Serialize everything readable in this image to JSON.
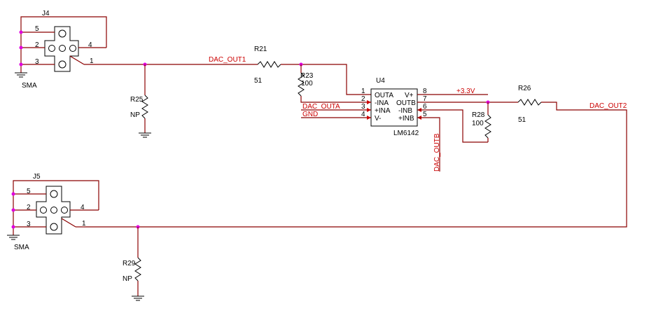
{
  "connectors": [
    {
      "ref": "J4",
      "name": "SMA",
      "pins": [
        "5",
        "2",
        "3",
        "4",
        "1"
      ]
    },
    {
      "ref": "J5",
      "name": "SMA",
      "pins": [
        "5",
        "2",
        "3",
        "4",
        "1"
      ]
    }
  ],
  "resistors": [
    {
      "ref": "R21",
      "value": "51"
    },
    {
      "ref": "R23",
      "value": "100"
    },
    {
      "ref": "R25",
      "value": "NP"
    },
    {
      "ref": "R26",
      "value": "51"
    },
    {
      "ref": "R28",
      "value": "100"
    },
    {
      "ref": "R29",
      "value": "NP"
    }
  ],
  "opamp": {
    "ref": "U4",
    "part": "LM6142",
    "pins_left": [
      {
        "num": "1",
        "name": "OUTA"
      },
      {
        "num": "2",
        "name": "-INA"
      },
      {
        "num": "3",
        "name": "+INA"
      },
      {
        "num": "4",
        "name": "V-"
      }
    ],
    "pins_right": [
      {
        "num": "8",
        "name": "V+"
      },
      {
        "num": "7",
        "name": "OUTB"
      },
      {
        "num": "6",
        "name": "-INB"
      },
      {
        "num": "5",
        "name": "+INB"
      }
    ]
  },
  "nets": {
    "dac_out1": "DAC_OUT1",
    "dac_out2": "DAC_OUT2",
    "dac_outa": "DAC_OUTA",
    "dac_outb": "DAC_OUTB",
    "gnd": "GND",
    "vcc": "+3.3V"
  },
  "colors": {
    "wire": "#8b0000",
    "net_label": "#cc0000",
    "junction": "#e000e0",
    "component": "#000000"
  }
}
